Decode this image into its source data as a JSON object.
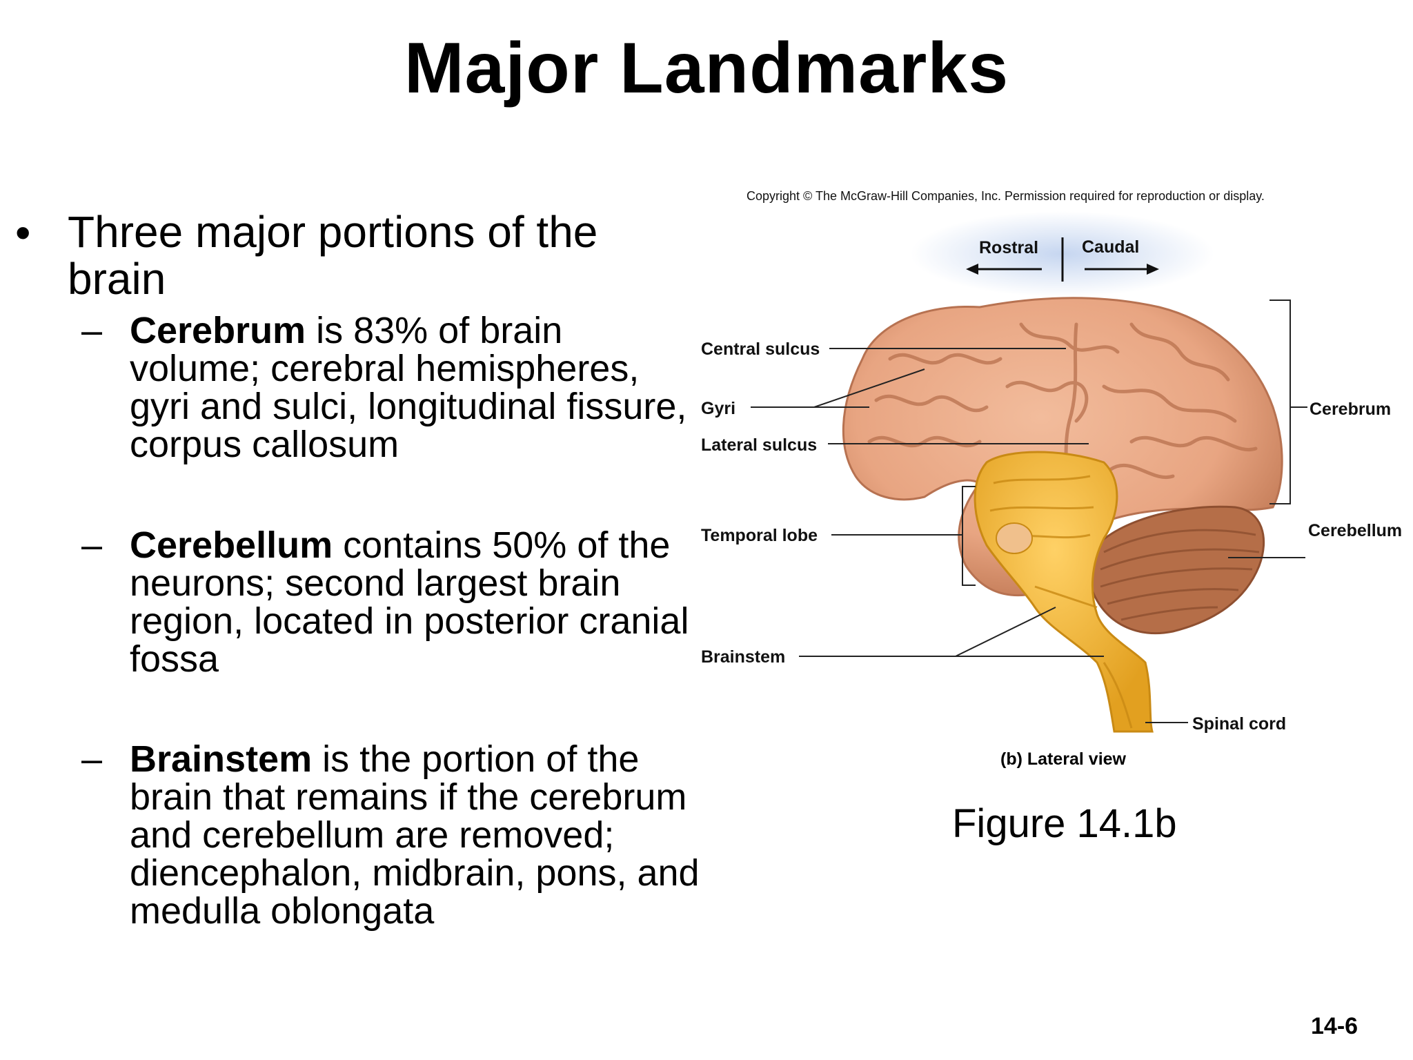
{
  "slide": {
    "title": "Major Landmarks",
    "page_number": "14-6"
  },
  "bullets": {
    "main_mark": "•",
    "main_text": "Three major portions of the brain",
    "dash": "–",
    "items": [
      {
        "term": "Cerebrum",
        "text": " is 83% of brain volume; cerebral hemispheres, gyri and sulci, longitudinal fissure, corpus callosum"
      },
      {
        "term": "Cerebellum",
        "text": " contains 50% of the neurons; second largest brain region, located in posterior cranial fossa"
      },
      {
        "term": "Brainstem",
        "text": " is the portion of the brain that remains if the cerebrum and cerebellum are removed; diencephalon, midbrain, pons, and medulla oblongata"
      }
    ]
  },
  "figure": {
    "copyright": "Copyright © The McGraw-Hill Companies, Inc. Permission required for reproduction or display.",
    "rostral": "Rostral",
    "caudal": "Caudal",
    "labels": {
      "central_sulcus": "Central sulcus",
      "gyri": "Gyri",
      "lateral_sulcus": "Lateral sulcus",
      "temporal_lobe": "Temporal lobe",
      "brainstem": "Brainstem",
      "cerebrum": "Cerebrum",
      "cerebellum": "Cerebellum",
      "spinal_cord": "Spinal cord"
    },
    "view_caption": "(b) Lateral view",
    "figure_number": "Figure 14.1b"
  },
  "colors": {
    "cerebrum": "#e8a582",
    "cerebrum_shade": "#c97c58",
    "cerebellum": "#b56e48",
    "brainstem": "#f2b533",
    "orientation_glow": "#c6d6f0"
  }
}
